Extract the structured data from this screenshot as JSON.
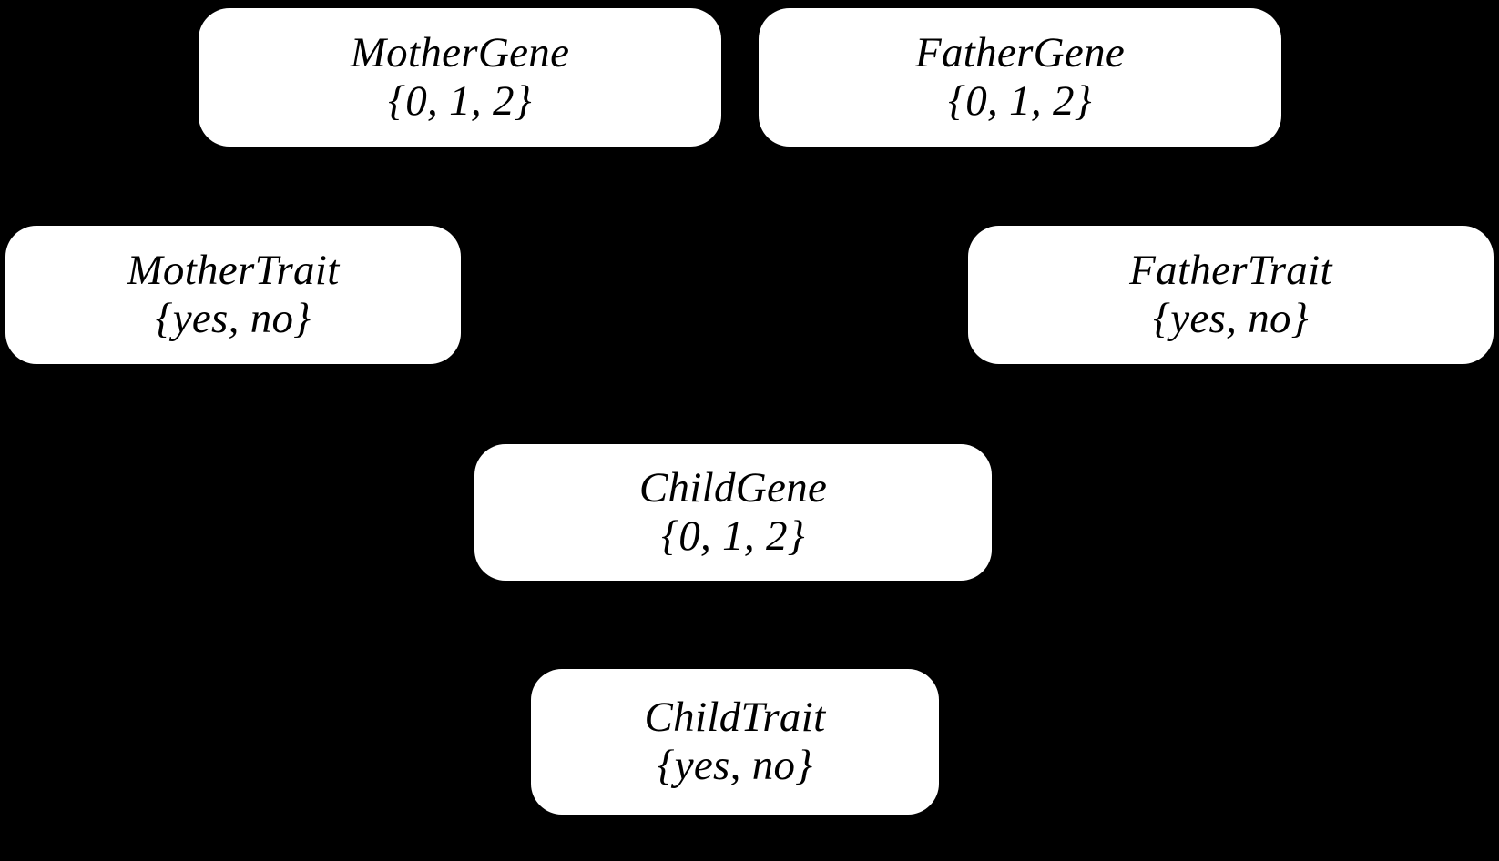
{
  "diagram": {
    "type": "bayesian-network",
    "background_color": "#000000",
    "node_fill_color": "#ffffff",
    "node_text_color": "#000000",
    "nodes": [
      {
        "id": "mother-gene",
        "name": "MotherGene",
        "domain": "{0, 1, 2}"
      },
      {
        "id": "father-gene",
        "name": "FatherGene",
        "domain": "{0, 1, 2}"
      },
      {
        "id": "mother-trait",
        "name": "MotherTrait",
        "domain": "{yes, no}"
      },
      {
        "id": "father-trait",
        "name": "FatherTrait",
        "domain": "{yes, no}"
      },
      {
        "id": "child-gene",
        "name": "ChildGene",
        "domain": "{0, 1, 2}"
      },
      {
        "id": "child-trait",
        "name": "ChildTrait",
        "domain": "{yes, no}"
      }
    ]
  }
}
